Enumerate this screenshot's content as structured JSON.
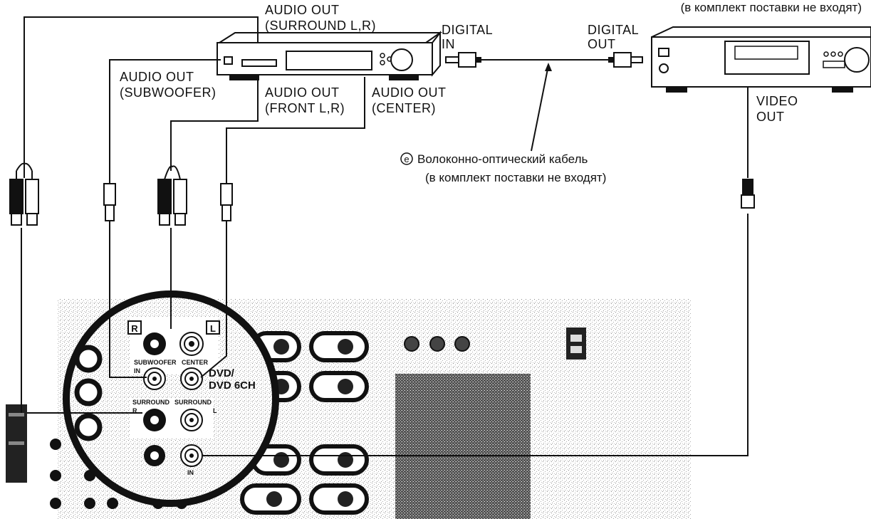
{
  "top_note": "(в комплект поставки не входят)",
  "labels": {
    "audio_out_surround_1": "AUDIO OUT",
    "audio_out_surround_2": "(SURROUND L,R)",
    "audio_out_sub_1": "AUDIO OUT",
    "audio_out_sub_2": "(SUBWOOFER)",
    "audio_out_front_1": "AUDIO OUT",
    "audio_out_front_2": "(FRONT L,R)",
    "audio_out_center_1": "AUDIO OUT",
    "audio_out_center_2": "(CENTER)",
    "digital_in_1": "DIGITAL",
    "digital_in_2": "IN",
    "digital_out_1": "DIGITAL",
    "digital_out_2": "OUT",
    "video_out_1": "VIDEO",
    "video_out_2": "OUT"
  },
  "callout": {
    "letter": "e",
    "line1": "Волоконно-оптический кабель",
    "line2": "(в комплект поставки не входят)"
  },
  "panel": {
    "r_badge": "R",
    "l_badge": "L",
    "subwoofer": "SUBWOOFER",
    "center": "CENTER",
    "in_left": "IN",
    "dvd_1": "DVD/",
    "dvd_2": "DVD 6CH",
    "surround_r": "SURROUND",
    "surround_l": "SURROUND",
    "r_small": "R",
    "l_small": "L",
    "in_bottom": "IN"
  }
}
